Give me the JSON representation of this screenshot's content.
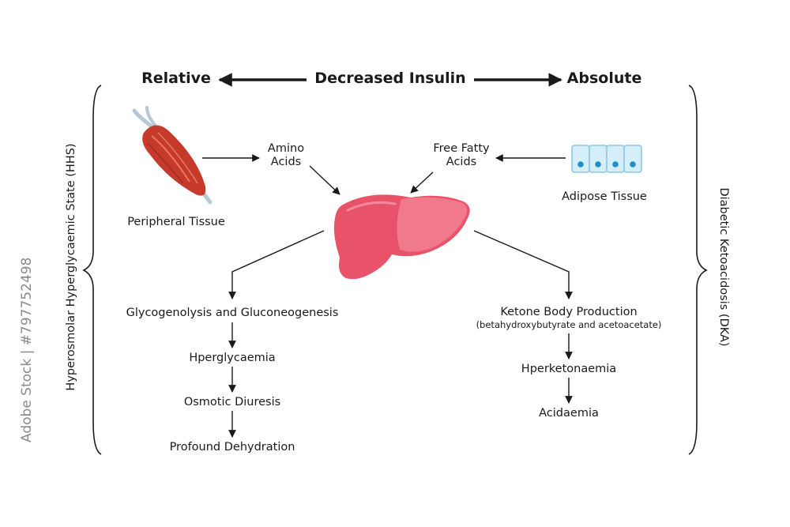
{
  "header": {
    "left": "Relative",
    "center": "Decreased Insulin",
    "right": "Absolute"
  },
  "side_labels": {
    "left": "Hyperosmolar Hyperglycaemic State (HHS)",
    "right": "Diabetic Ketoacidosis (DKA)"
  },
  "inputs": {
    "amino_acids": [
      "Amino",
      "Acids"
    ],
    "free_fatty_acids": [
      "Free Fatty",
      "Acids"
    ],
    "peripheral_tissue": "Peripheral Tissue",
    "adipose_tissue": "Adipose Tissue"
  },
  "left_pathway": [
    "Glycogenolysis and Gluconeogenesis",
    "Hperglycaemia",
    "Osmotic Diuresis",
    "Profound Dehydration"
  ],
  "right_pathway": {
    "ketone": "Ketone Body Production",
    "ketone_note": "(betahydroxybutyrate and acetoacetate)",
    "steps": [
      "Hperketonaemia",
      "Acidaemia"
    ]
  },
  "watermark": "Adobe Stock | #797752498",
  "colors": {
    "liver": "#e8536a",
    "liver_light": "#f07a8b",
    "muscle": "#c63a2b",
    "tendon": "#b8c7d6",
    "adipose_fill": "#d6eef9",
    "adipose_stroke": "#8cc6e2",
    "adipose_dot": "#1f8fc9"
  }
}
